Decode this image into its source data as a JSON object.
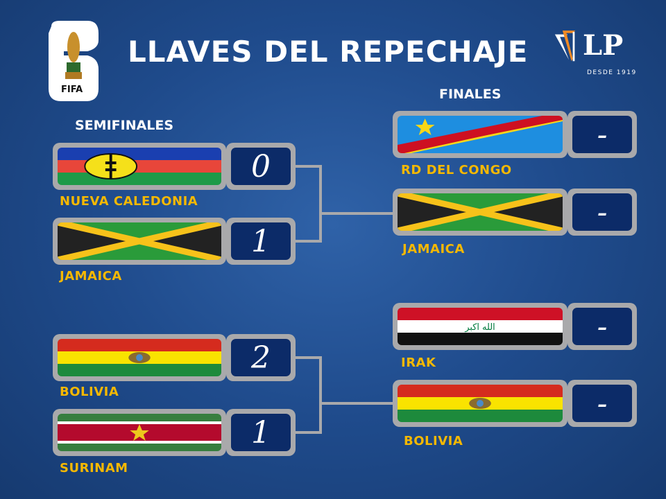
{
  "header": {
    "title": "LLAVES DEL REPECHAJE",
    "left_logo_text": "FIFA",
    "right_logo_text": "LP",
    "right_logo_sub": "DESDE 1919"
  },
  "semifinals": {
    "title": "SEMIFINALES",
    "matches": [
      {
        "teams": [
          {
            "name": "NUEVA CALEDONIA",
            "score": "0",
            "flag": "new-caledonia"
          },
          {
            "name": "JAMAICA",
            "score": "1",
            "flag": "jamaica"
          }
        ]
      },
      {
        "teams": [
          {
            "name": "BOLIVIA",
            "score": "2",
            "flag": "bolivia"
          },
          {
            "name": "SURINAM",
            "score": "1",
            "flag": "suriname"
          }
        ]
      }
    ]
  },
  "finals": {
    "title": "FINALES",
    "matches": [
      {
        "teams": [
          {
            "name": "RD DEL CONGO",
            "score": "-",
            "flag": "dr-congo"
          },
          {
            "name": "JAMAICA",
            "score": "-",
            "flag": "jamaica"
          }
        ]
      },
      {
        "teams": [
          {
            "name": "IRAK",
            "score": "-",
            "flag": "iraq"
          },
          {
            "name": "BOLIVIA",
            "score": "-",
            "flag": "bolivia"
          }
        ]
      }
    ]
  },
  "colors": {
    "background": "#1f4b8c",
    "label": "#f5b800",
    "score_bg": "#0c2b68",
    "frame": "#a9a9ab"
  }
}
